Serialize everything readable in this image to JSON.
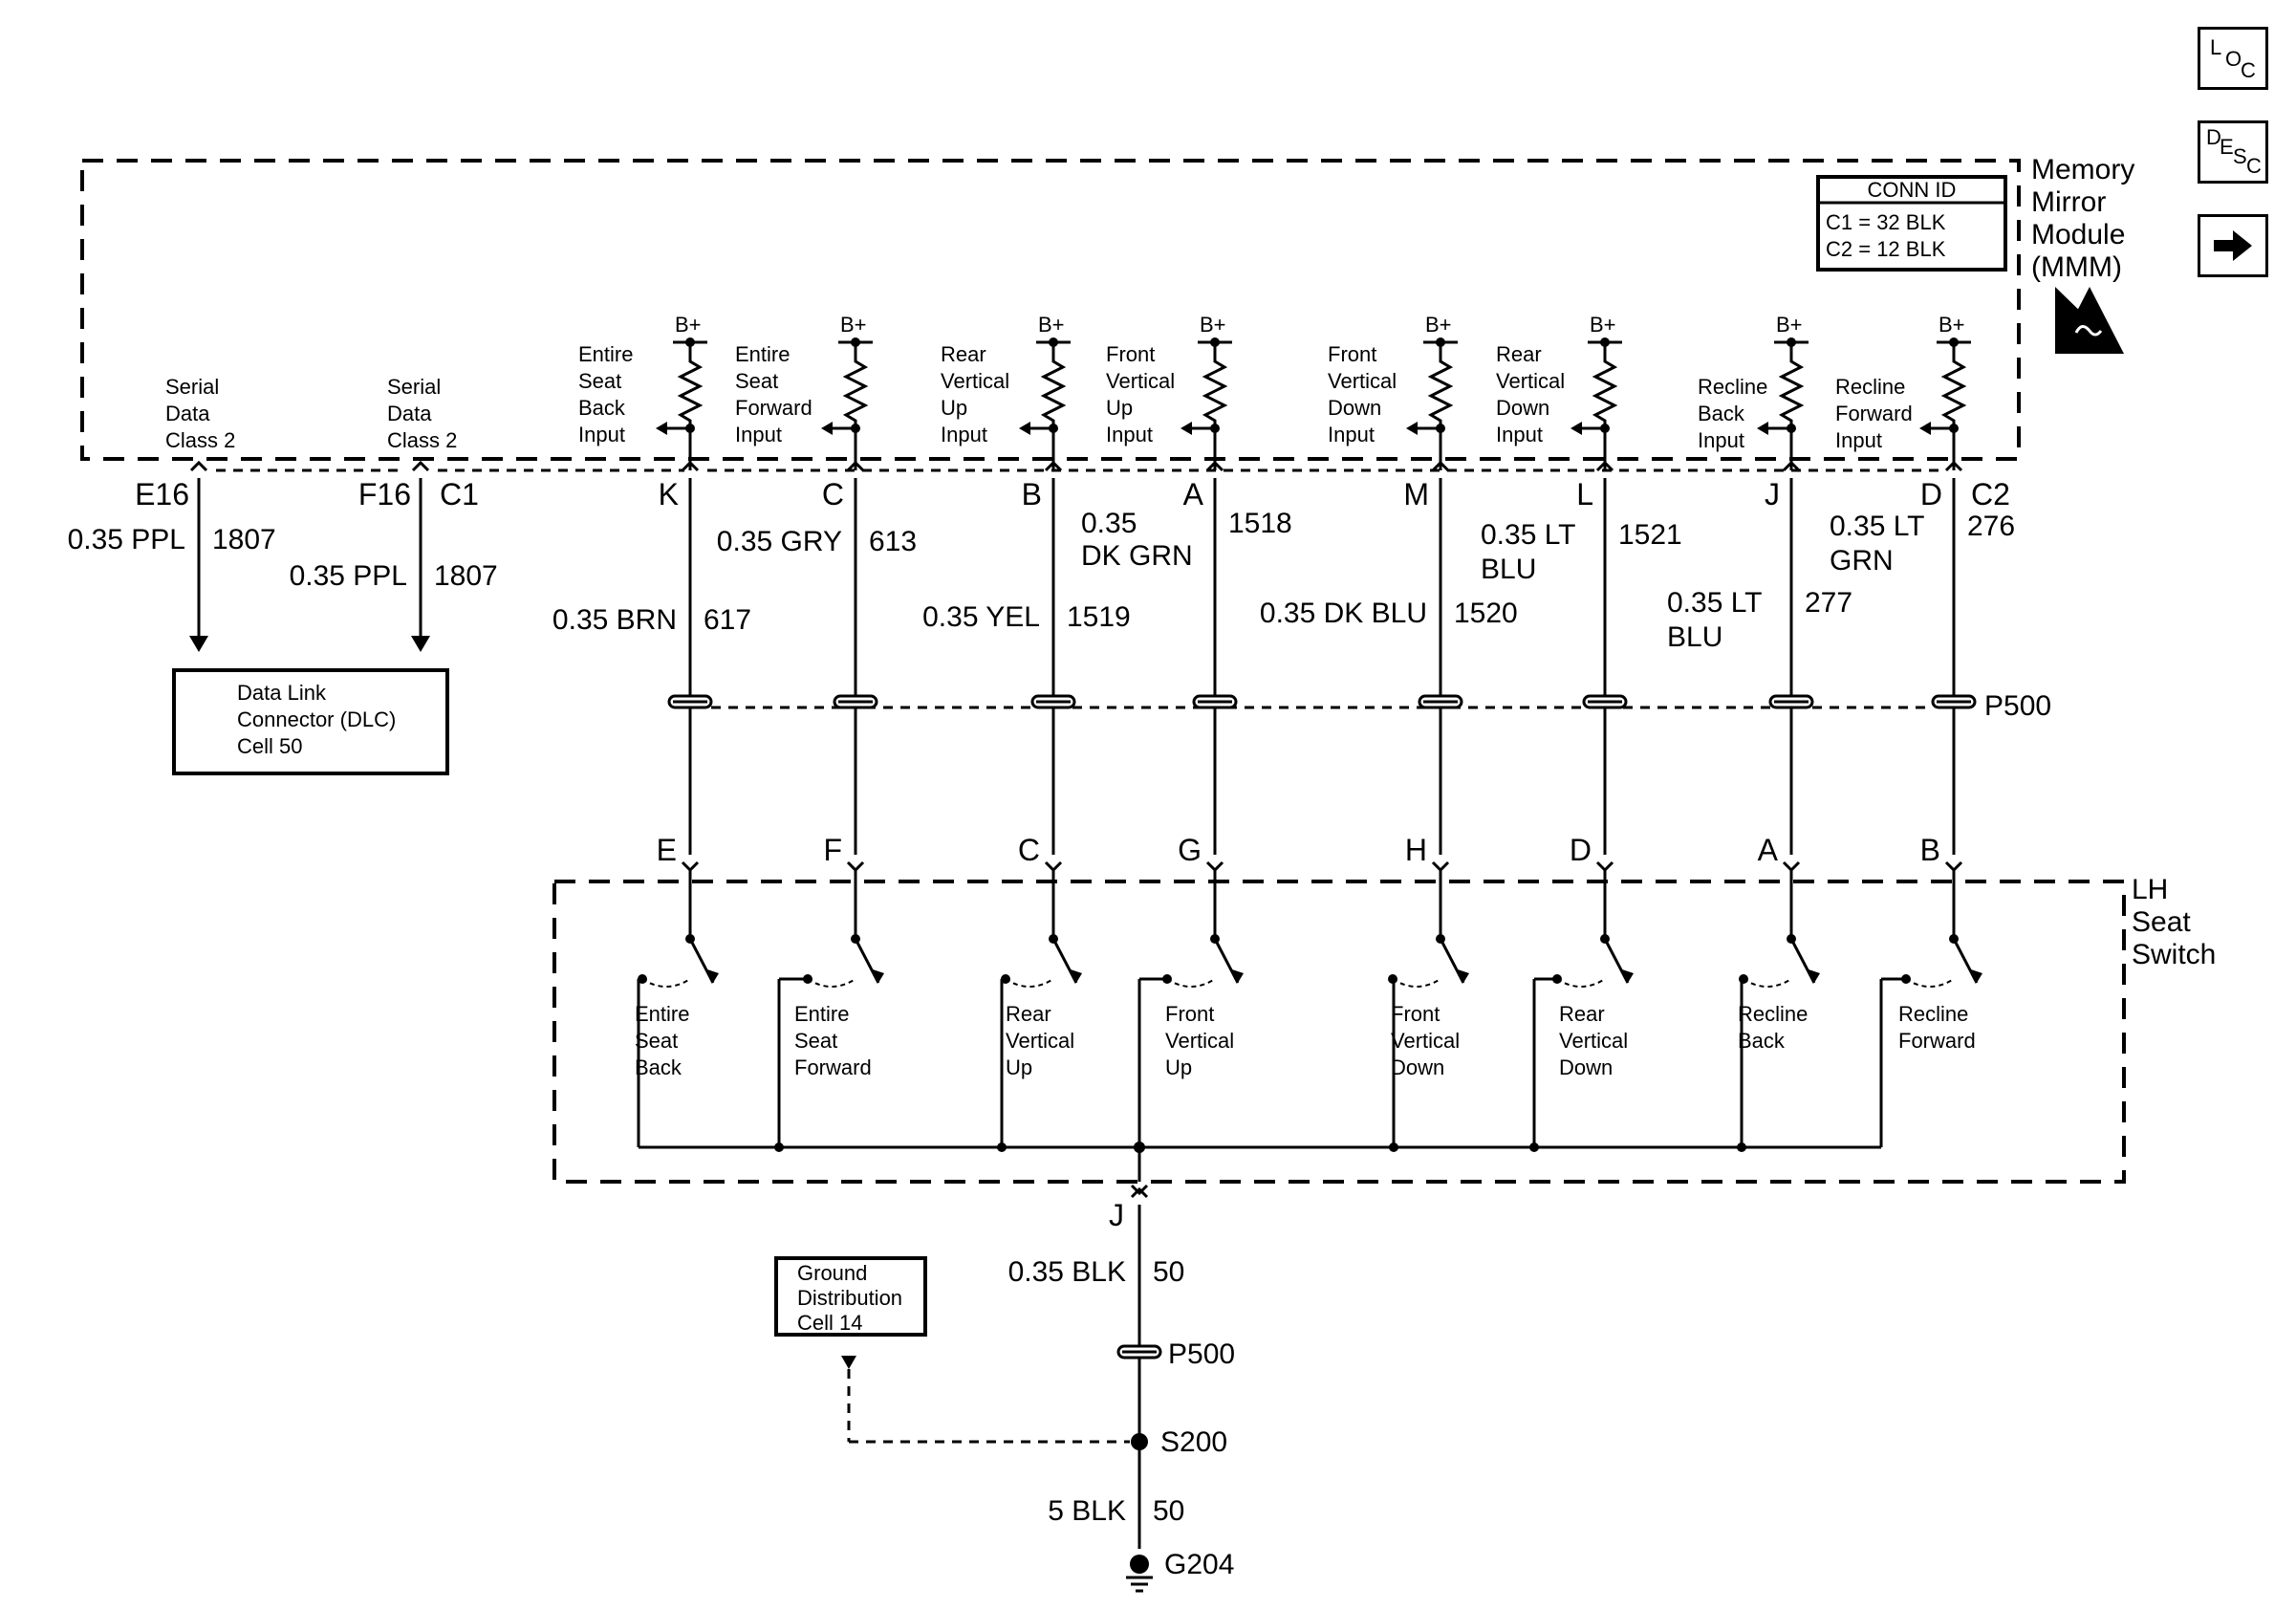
{
  "nav": {
    "loc_icon": "loc-icon",
    "desc_icon": "desc-icon",
    "next_icon": "arrow-right-icon",
    "loc": [
      "L",
      "O",
      "C"
    ],
    "desc": [
      "D",
      "E",
      "S",
      "C"
    ]
  },
  "module": {
    "name": [
      "Memory",
      "Mirror",
      "Module",
      "(MMM)"
    ],
    "esd_icon": "esd-warning-icon",
    "conn_id": {
      "title": "CONN ID",
      "rows": [
        "C1 = 32 BLK",
        "C2 = 12 BLK"
      ]
    }
  },
  "serial": [
    {
      "label": [
        "Serial",
        "Data",
        "Class 2"
      ],
      "pin": "E16",
      "connector": "",
      "wire": "0.35 PPL",
      "circuit": "1807"
    },
    {
      "label": [
        "Serial",
        "Data",
        "Class 2"
      ],
      "pin": "F16",
      "connector": "C1",
      "wire": "0.35 PPL",
      "circuit": "1807"
    }
  ],
  "dlc": [
    "Data Link",
    "Connector (DLC)",
    "Cell 50"
  ],
  "bplus": "B+",
  "inputs": [
    {
      "label": [
        "Entire",
        "Seat",
        "Back",
        "Input"
      ],
      "mmm_pin": "K",
      "connector": "",
      "wire": [
        "0.35 BRN"
      ],
      "circuit": "617",
      "switch_pin": "E",
      "switch_label": [
        "Entire",
        "Seat",
        "Back"
      ]
    },
    {
      "label": [
        "Entire",
        "Seat",
        "Forward",
        "Input"
      ],
      "mmm_pin": "C",
      "connector": "",
      "wire": [
        "0.35 GRY"
      ],
      "circuit": "613",
      "switch_pin": "F",
      "switch_label": [
        "Entire",
        "Seat",
        "Forward"
      ]
    },
    {
      "label": [
        "Rear",
        "Vertical",
        "Up",
        "Input"
      ],
      "mmm_pin": "B",
      "connector": "",
      "wire": [
        "0.35 YEL"
      ],
      "circuit": "1519",
      "switch_pin": "C",
      "switch_label": [
        "Rear",
        "Vertical",
        "Up"
      ]
    },
    {
      "label": [
        "Front",
        "Vertical",
        "Up",
        "Input"
      ],
      "mmm_pin": "A",
      "connector": "",
      "wire": [
        "0.35",
        "DK GRN"
      ],
      "circuit": "1518",
      "switch_pin": "G",
      "switch_label": [
        "Front",
        "Vertical",
        "Up"
      ]
    },
    {
      "label": [
        "Front",
        "Vertical",
        "Down",
        "Input"
      ],
      "mmm_pin": "M",
      "connector": "",
      "wire": [
        "0.35 DK BLU"
      ],
      "circuit": "1520",
      "switch_pin": "H",
      "switch_label": [
        "Front",
        "Vertical",
        "Down"
      ]
    },
    {
      "label": [
        "Rear",
        "Vertical",
        "Down",
        "Input"
      ],
      "mmm_pin": "L",
      "connector": "",
      "wire": [
        "0.35 LT",
        "BLU"
      ],
      "circuit": "1521",
      "switch_pin": "D",
      "switch_label": [
        "Rear",
        "Vertical",
        "Down"
      ]
    },
    {
      "label": [
        "Recline",
        "Back",
        "Input"
      ],
      "mmm_pin": "J",
      "connector": "",
      "wire": [
        "0.35 LT",
        "BLU"
      ],
      "circuit": "277",
      "switch_pin": "A",
      "switch_label": [
        "Recline",
        "Back"
      ]
    },
    {
      "label": [
        "Recline",
        "Forward",
        "Input"
      ],
      "mmm_pin": "D",
      "connector": "C2",
      "wire": [
        "0.35 LT",
        "GRN"
      ],
      "circuit": "276",
      "switch_pin": "B",
      "switch_label": [
        "Recline",
        "Forward"
      ]
    }
  ],
  "inline_connector": "P500",
  "seat_switch": [
    "LH",
    "Seat",
    "Switch"
  ],
  "ground": {
    "pin": "J",
    "wire": "0.35 BLK",
    "circuit": "50",
    "inline": "P500",
    "splice": "S200",
    "wire2": "5 BLK",
    "circuit2": "50",
    "ground_point": "G204",
    "ground_icon": "ground-icon",
    "distribution": [
      "Ground",
      "Distribution",
      "Cell 14"
    ]
  }
}
